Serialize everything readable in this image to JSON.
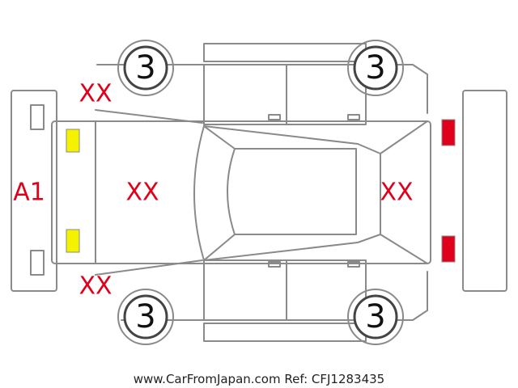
{
  "wheels": {
    "front_left": "3",
    "rear_left": "3",
    "front_right": "3",
    "rear_right": "3"
  },
  "marks": {
    "front_bumper": "A1",
    "hood": "XX",
    "rear": "XX",
    "front_left_fender": "XX",
    "front_right_fender": "XX"
  },
  "colors": {
    "mark": "#e0001b",
    "outline": "#8a8a8a",
    "front_lamp": "#f5f200",
    "rear_lamp": "#e0001b"
  },
  "footer": {
    "text": "www.CarFromJapan.com Ref: CFJ1283435"
  }
}
